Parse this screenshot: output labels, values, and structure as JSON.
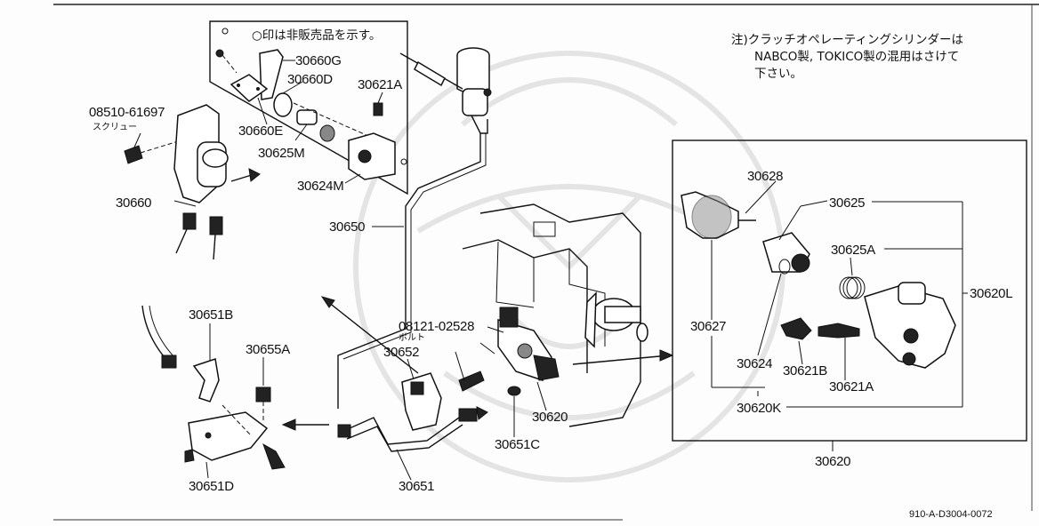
{
  "labels": {
    "p30660G": "30660G",
    "p30660D": "30660D",
    "p30660E": "30660E",
    "p30625M": "30625M",
    "p30624M": "30624M",
    "p30621A_top": "30621A",
    "p08510": "08510-61697",
    "screw": "スクリュー",
    "p30660": "30660",
    "p30650": "30650",
    "p08121": "08121-02528",
    "bolt": "ボルト",
    "p30652": "30652",
    "p30651B": "30651B",
    "p30655A": "30655A",
    "p30651D": "30651D",
    "p30651": "30651",
    "p30651C": "30651C",
    "p30620_mid": "30620",
    "p30628": "30628",
    "p30625": "30625",
    "p30625A": "30625A",
    "p30620L": "30620L",
    "p30627": "30627",
    "p30624": "30624",
    "p30621B": "30621B",
    "p30621A": "30621A",
    "p30620K": "30620K",
    "p30620_bottom": "30620"
  },
  "notes": {
    "inset": "○印は非販売品を示す。",
    "line1": "注)クラッチオペレーティングシリンダーは",
    "line2": "NABCO製, TOKICO製の混用はさけて",
    "line3": "下さい。"
  },
  "diagram_code": "910-A-D3004-0072"
}
